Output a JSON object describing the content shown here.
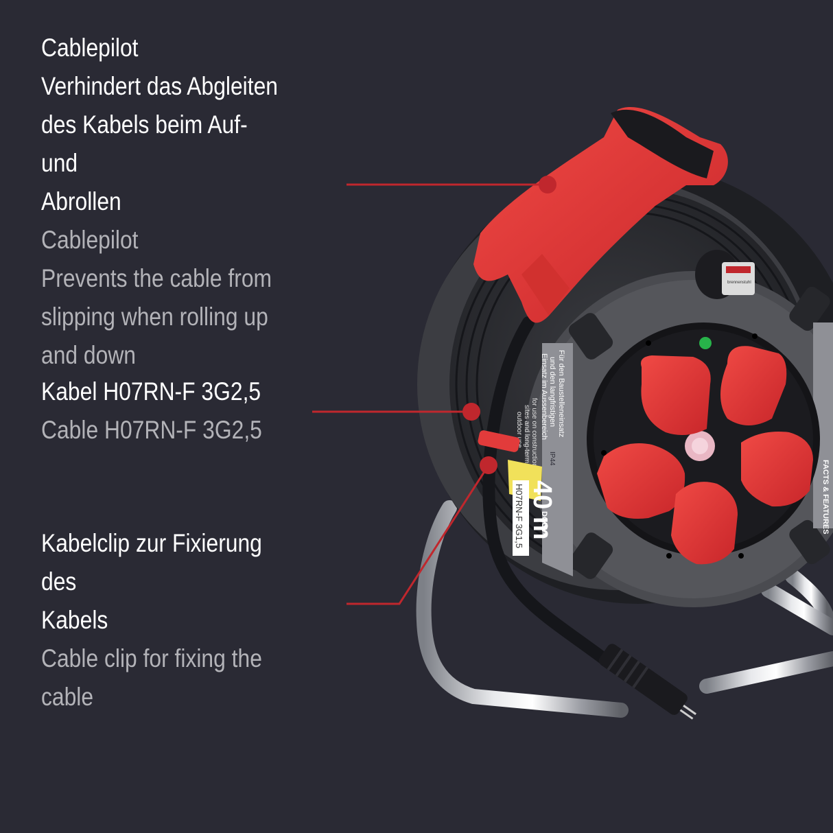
{
  "callouts": [
    {
      "de": [
        "Cablepilot",
        "Verhindert das Abgleiten",
        "des Kabels beim Auf- und",
        "Abrollen"
      ],
      "en": [
        "Cablepilot",
        "Prevents the cable from",
        "slipping when rolling up",
        "and down"
      ]
    },
    {
      "de": [
        "Kabel H07RN-F 3G2,5"
      ],
      "en": [
        "Cable H07RN-F 3G2,5"
      ]
    },
    {
      "de": [
        "Kabelclip zur Fixierung des",
        "Kabels"
      ],
      "en": [
        "Cable clip for fixing the",
        "cable"
      ]
    }
  ],
  "product_label": {
    "length": "40 m",
    "cable_type": "H07RN-F 3G1,5",
    "de_text": [
      "Für den Baustelleneinsatz",
      "und den langfristigen",
      "Einsatz im Aussenbereich"
    ],
    "en_text": [
      "for use on construction",
      "sites and long-term",
      "outdoor use"
    ],
    "ip_rating": "IP44",
    "norm": "DGUV-I",
    "side_label": "FACTS & FEATURES",
    "brand": "brennenstuhl"
  },
  "colors": {
    "background": "#2a2a34",
    "accent_red": "#c0272d",
    "reel_grey": "#4a4b50",
    "socket_red": "#e23b3b"
  }
}
